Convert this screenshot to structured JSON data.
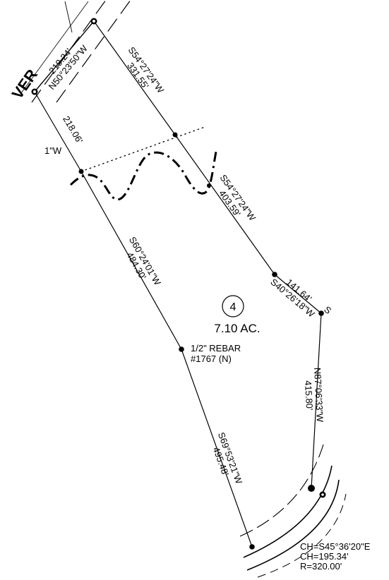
{
  "parcel": {
    "number": "4",
    "area": "7.10 AC."
  },
  "calls": {
    "top_left_distance": "219.24'",
    "top_left_bearing": "N50°23'50\"W",
    "top_right_bearing": "S54°27'24\"W",
    "top_right_distance": "331.55'",
    "left_upper_distance": "218.06'",
    "left_upper_bearing_fragment": "1\"W",
    "right_mid_bearing": "S54°27'24\"W",
    "right_mid_distance": "403.59'",
    "left_mid_bearing": "S60°24'01\"W",
    "left_mid_distance": "484.30'",
    "short_distance": "141.64'",
    "short_bearing": "S40°26'18\"W",
    "short_trailing": "S",
    "right_lower_bearing": "N87°06'33\"W",
    "right_lower_distance": "415.80'",
    "left_lower_bearing": "S69°53'21\"W",
    "left_lower_distance": "495.48'"
  },
  "monument": {
    "line1": "1/2\" REBAR",
    "line2": "#1767 (N)"
  },
  "road_label": "VER",
  "curve": {
    "chord_bearing": "CH=S45°36'20\"E",
    "chord_length": "CH=195.34'",
    "radius": "R=320.00'"
  }
}
